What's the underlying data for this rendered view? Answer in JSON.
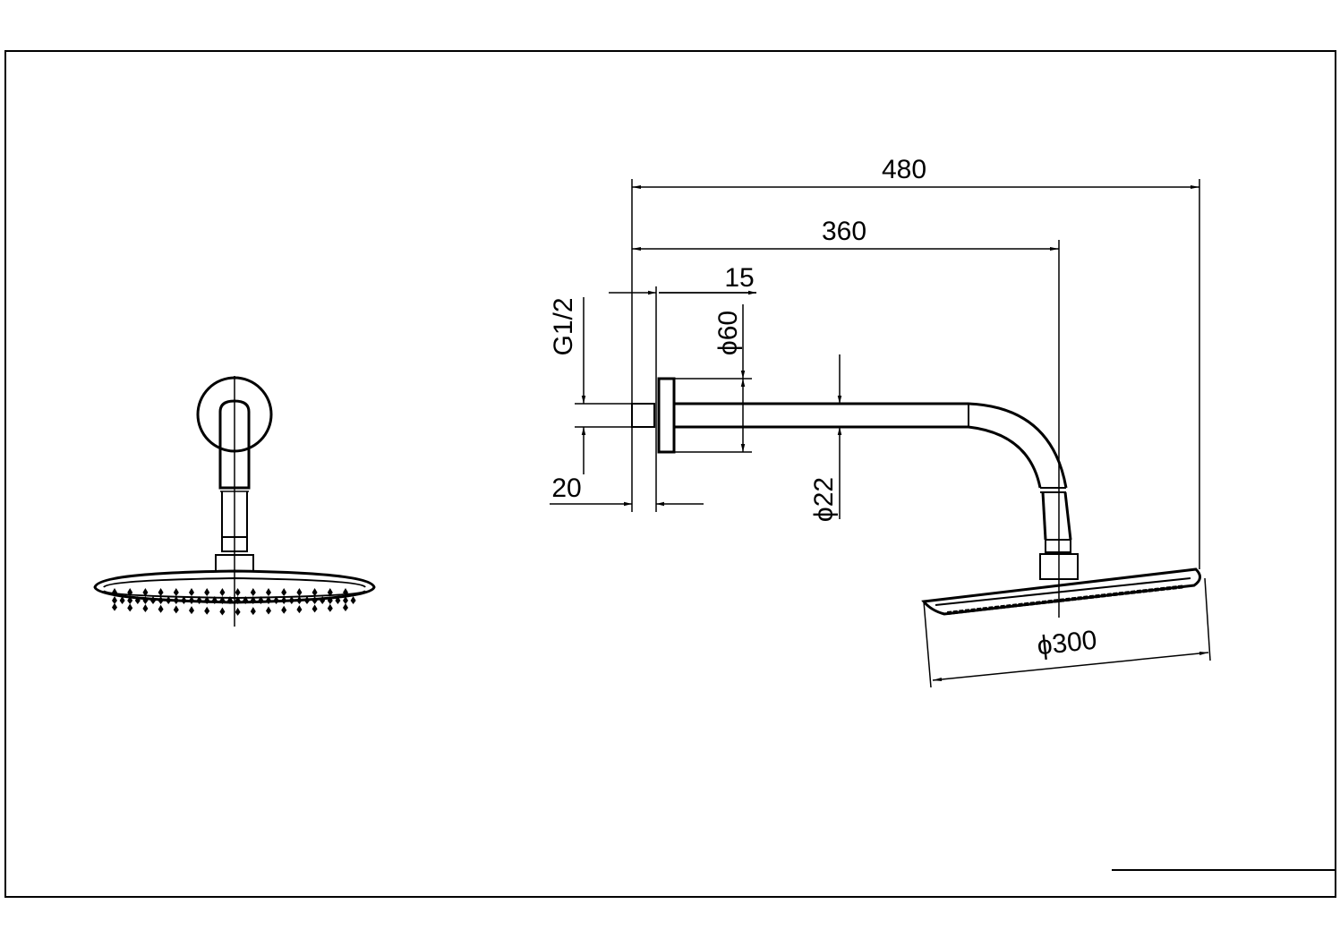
{
  "drawing": {
    "dimensions": {
      "overall_length": "480",
      "arm_length": "360",
      "flange_depth": "15",
      "flange_diameter": "ϕ60",
      "thread": "G1/2",
      "thread_length": "20",
      "pipe_diameter": "ϕ22",
      "head_diameter": "ϕ300"
    }
  }
}
